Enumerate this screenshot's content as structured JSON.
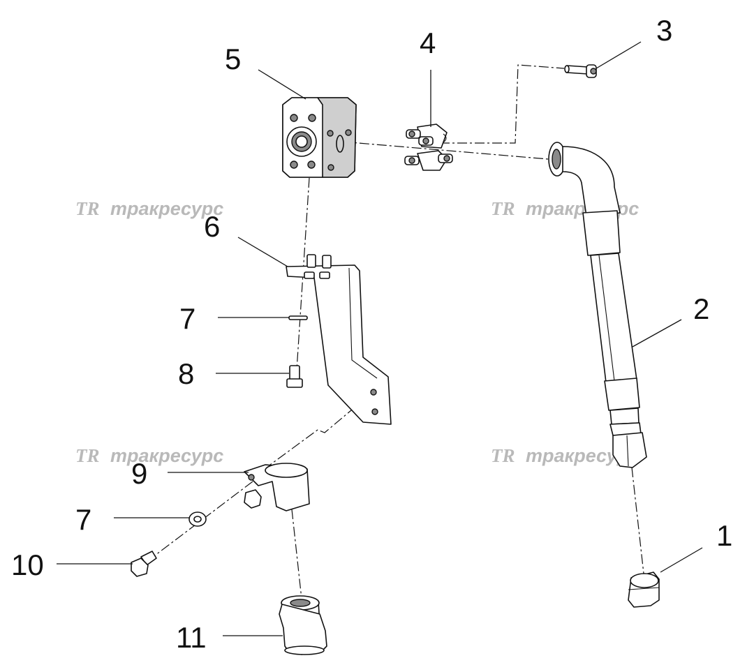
{
  "watermark": {
    "logo": "TR",
    "text": "тракресурс"
  },
  "callouts": {
    "c1": "1",
    "c2": "2",
    "c3": "3",
    "c4": "4",
    "c5": "5",
    "c6": "6",
    "c7a": "7",
    "c7b": "7",
    "c8": "8",
    "c9": "9",
    "c10": "10",
    "c11": "11"
  }
}
